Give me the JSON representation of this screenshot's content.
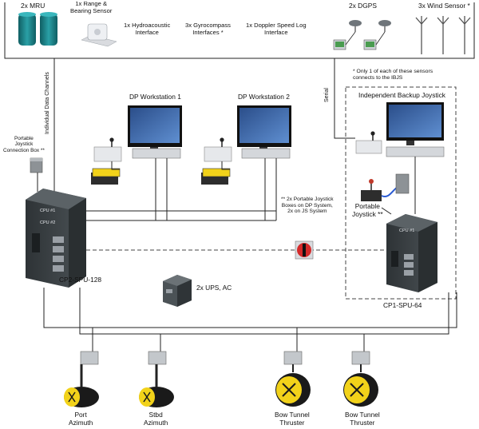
{
  "top_sensors": {
    "mru": "2x MRU",
    "range_bearing": "1x Range &\nBearing Sensor",
    "hydroacoustic": "1x Hydroacoustic\nInterface",
    "gyrocompass": "3x Gyrocompass\nInterfaces *",
    "doppler": "1x Doppler Speed Log\nInterface",
    "dgps": "2x DGPS",
    "wind": "3x Wind Sensor *"
  },
  "notes": {
    "ibjs_note": "* Only 1 of each of these sensors\nconnects to the IBJS",
    "portable_boxes_note": "** 2x Portable Joystick\nBoxes on DP System,\n2x on JS System"
  },
  "channels": {
    "individual_data": "Individual Data Channels",
    "serial": "Serial"
  },
  "stations": {
    "dp1": "DP Workstation 1",
    "dp2": "DP Workstation 2",
    "ibjs": "Independent Backup Joystick"
  },
  "controllers": {
    "cp2": "CP2-SPU-128",
    "cp1": "CP1-SPU-64",
    "cpu1": "CPU #1",
    "cpu2": "CPU #2"
  },
  "misc": {
    "portable_box": "Portable\nJoystick\nConnection Box **",
    "portable_joystick": "Portable\nJoystick **",
    "ups": "2x UPS, AC"
  },
  "thrusters": {
    "port": "Port\nAzimuth",
    "stbd": "Stbd\nAzimuth",
    "bow1": "Bow Tunnel\nThruster",
    "bow2": "Bow Tunnel\nThruster"
  },
  "colors": {
    "cabinet": "#3d4346",
    "teal": "#1f7f86",
    "screen": "#0e0e0e",
    "yellow": "#f2d21a",
    "line": "#222222",
    "switch_red": "#d42a2a"
  }
}
